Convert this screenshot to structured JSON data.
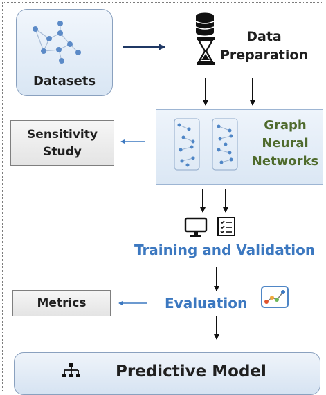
{
  "diagram": {
    "datasets_label": "Datasets",
    "data_preparation_label": "Data\nPreparation",
    "gnn_label": "Graph\nNeural\nNetworks",
    "sensitivity_label": "Sensitivity\nStudy",
    "training_label": "Training and Validation",
    "evaluation_label": "Evaluation",
    "metrics_label": "Metrics",
    "predictive_model_label": "Predictive Model"
  },
  "colors": {
    "accent_blue": "#3c78c0",
    "gnn_green": "#4f6b2d",
    "arrow_navy": "#1f3864",
    "node_blue": "#5b8ac7"
  },
  "icons": [
    "network-icon",
    "database-icon",
    "hourglass-icon",
    "monitor-icon",
    "checklist-icon",
    "chart-icon",
    "hierarchy-icon"
  ]
}
